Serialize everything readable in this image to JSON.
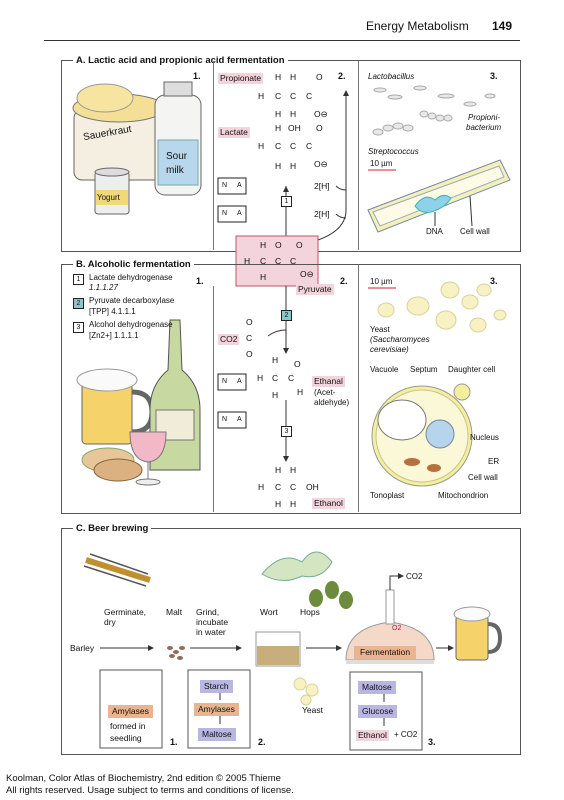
{
  "header": {
    "title": "Energy Metabolism",
    "page": "149"
  },
  "sectionA": {
    "title": "A. Lactic acid and propionic acid fermentation",
    "n1": "1.",
    "n2": "2.",
    "n3": "3.",
    "foods": {
      "sauerkraut": "Sauerkraut",
      "sourmilk1": "Sour",
      "sourmilk2": "milk",
      "yogurt": "Yogurt"
    },
    "propionate": "Propionate",
    "lactate": "Lactate",
    "h": "H",
    "c": "C",
    "o": "O",
    "oh": "OH",
    "oneg": "O⊖",
    "twoH1": "2[H]",
    "twoH2": "2[H]",
    "nad_n": "N",
    "nad_a": "A",
    "enzyme1": "1",
    "lactobacillus": "Lactobacillus",
    "propionibacterium1": "Propioni-",
    "propionibacterium2": "bacterium",
    "streptococcus": "Streptococcus",
    "scale": "10 µm",
    "dna": "DNA",
    "cellwall": "Cell wall"
  },
  "pyruvate": {
    "label": "Pyruvate"
  },
  "sectionB": {
    "title": "B. Alcoholic fermentation",
    "n1": "1.",
    "n2": "2.",
    "n3": "3.",
    "enzymes": [
      {
        "num": "1",
        "name": "Lactate dehydrogenase",
        "ec": "1.1.1.27"
      },
      {
        "num": "2",
        "name": "Pyruvate decarboxylase",
        "ec": "[TPP]  4.1.1.1"
      },
      {
        "num": "3",
        "name": "Alcohol dehydrogenase",
        "ec": "[Zn2+]  1.1.1.1"
      }
    ],
    "co2": "CO2",
    "ethanal": "Ethanal",
    "ethanal2": "(Acet-",
    "ethanal3": "aldehyde)",
    "ethanol": "Ethanol",
    "enzyme2": "2",
    "enzyme3": "3",
    "scale": "10 µm",
    "yeast1": "Yeast",
    "yeast2": "(Saccharomyces",
    "yeast3": "cerevisiae)",
    "vacuole": "Vacuole",
    "septum": "Septum",
    "daughter": "Daughter cell",
    "nucleus": "Nucleus",
    "er": "ER",
    "cellwall": "Cell wall",
    "tonoplast": "Tonoplast",
    "mitochondrion": "Mitochondrion"
  },
  "sectionC": {
    "title": "C. Beer brewing",
    "germinate1": "Germinate,",
    "germinate2": "dry",
    "malt": "Malt",
    "grind1": "Grind,",
    "grind2": "incubate",
    "grind3": "in water",
    "wort": "Wort",
    "hops": "Hops",
    "barley": "Barley",
    "yeast": "Yeast",
    "co2": "CO2",
    "o2": "O2",
    "fermentation": "Fermentation",
    "amylases1": "Amylases",
    "formed1": "formed in",
    "formed2": "seedling",
    "starch": "Starch",
    "amylases2": "Amylases",
    "maltose2": "Maltose",
    "maltose3": "Maltose",
    "glucose": "Glucose",
    "ethanol": "Ethanol",
    "plusco2": "+ CO2",
    "n1": "1.",
    "n2": "2.",
    "n3": "3."
  },
  "footer": {
    "line1": "Koolman, Color Atlas of Biochemistry, 2nd edition © 2005 Thieme",
    "line2": "All rights reserved. Usage subject to terms and conditions of license."
  },
  "colors": {
    "pink": "#f3d3dc",
    "orange": "#e9b48f",
    "blue": "#b9b6e2",
    "teal": "#8cc7c9",
    "beer": "#f6d36a"
  }
}
